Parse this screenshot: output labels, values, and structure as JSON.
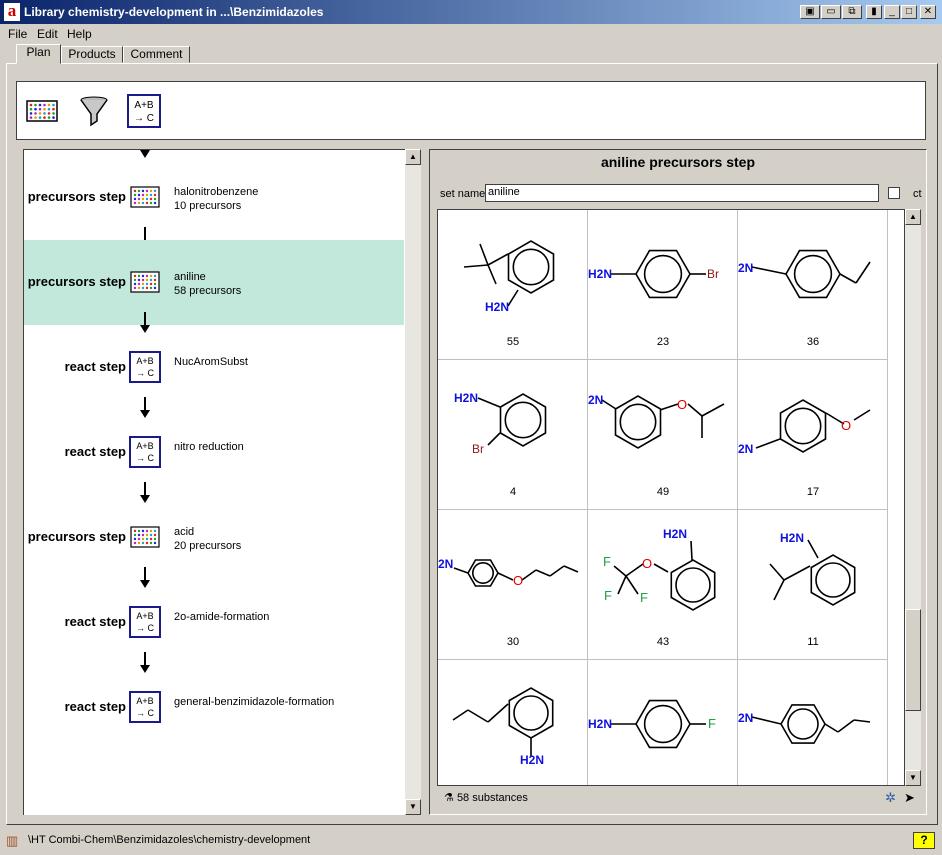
{
  "window": {
    "title": "Library chemistry-development in ...\\Benzimidazoles"
  },
  "menu": [
    "File",
    "Edit",
    "Help"
  ],
  "tabs": [
    "Plan",
    "Products",
    "Comment"
  ],
  "toolbar": {
    "icons": [
      "precursor-plate-icon",
      "filter-funnel-icon",
      "reaction-icon"
    ]
  },
  "reaction_icon_text": {
    "top": "A+B",
    "bottom": "→ C"
  },
  "steps": [
    {
      "type": "precursors step",
      "name": "halonitrobenzene",
      "count": "10 precursors"
    },
    {
      "type": "precursors step",
      "name": "aniline",
      "count": "58 precursors"
    },
    {
      "type": "react step",
      "name": "NucAromSubst",
      "count": ""
    },
    {
      "type": "react step",
      "name": "nitro reduction",
      "count": ""
    },
    {
      "type": "precursors step",
      "name": "acid",
      "count": "20 precursors"
    },
    {
      "type": "react step",
      "name": "2o-amide-formation",
      "count": ""
    },
    {
      "type": "react step",
      "name": "general-benzimidazole-formation",
      "count": ""
    }
  ],
  "detail": {
    "title": "aniline precursors step",
    "set_name_label": "set name",
    "set_name_value": "aniline",
    "checkbox_label": "ct",
    "substances": [
      "55",
      "23",
      "36",
      "4",
      "49",
      "17",
      "30",
      "43",
      "11",
      "",
      "",
      ""
    ],
    "count_text": "58 substances"
  },
  "atoms": {
    "H2N": "H2N",
    "2N": "2N",
    "Br": "Br",
    "O": "O",
    "F": "F"
  },
  "status": {
    "path": "\\HT Combi-Chem\\Benzimidazoles\\chemistry-development",
    "help": "?"
  },
  "colors": {
    "selected_step": "#c1e8da",
    "nitrogen": "#1010e0",
    "oxygen": "#e00000",
    "bromine": "#8b1a1a",
    "fluorine": "#20a040"
  }
}
